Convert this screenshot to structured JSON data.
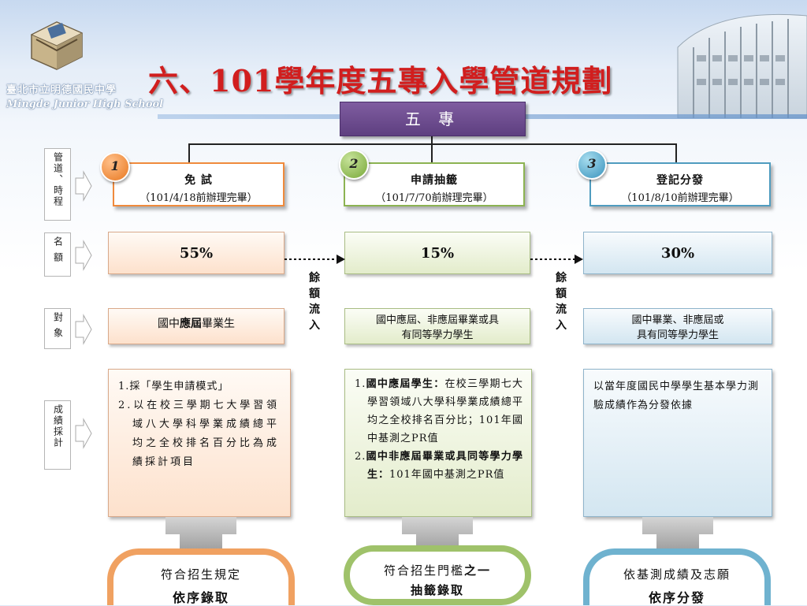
{
  "header": {
    "title": "六、101學年度五專入學管道規劃",
    "school_name_zh": "臺北市立明德國民中學",
    "school_name_en": "Mingde Junior High School"
  },
  "top_node": {
    "label": "五 專"
  },
  "side_labels": {
    "pathway": "管道、時程",
    "quota": "名額",
    "target": "對象",
    "score": "成績採計"
  },
  "pathways": [
    {
      "number": "1",
      "title": "免 試",
      "date": "（101/4/18前辦理完畢）",
      "quota": "55%",
      "target": [
        "國中",
        "應屆",
        "畢業生"
      ],
      "score_lines": [
        "1.採「學生申請模式」",
        "2.以在校三學期七大學習領域八大學科學業成績總平均之全校排名百分比為成績採計項目"
      ],
      "result_line1": "符合招生規定",
      "result_line2": "依序錄取"
    },
    {
      "number": "2",
      "title": "申請抽籤",
      "date": "（101/7/70前辦理完畢）",
      "quota": "15%",
      "target": [
        "國中應屆、非應屆畢業或具",
        "有同等學力學生"
      ],
      "score_items": [
        {
          "num": "1.",
          "bold": "國中應屆學生：",
          "text": "在校三學期七大學習領域八大學科學業成績總平均之全校排名百分比；101年國中基測之PR值"
        },
        {
          "num": "2.",
          "bold": "國中非應屆畢業或具同等學力學生：",
          "text": "101年國中基測之PR值"
        }
      ],
      "result_line1": "符合招生門檻",
      "result_line1_bold": "之一",
      "result_line2": "抽籤錄取"
    },
    {
      "number": "3",
      "title": "登記分發",
      "date": "（101/8/10前辦理完畢）",
      "quota": "30%",
      "target": [
        "國中畢業、非應屆或",
        "具有同等學力學生"
      ],
      "score_text": "以當年度國民中學學生基本學力測驗成績作為分發依據",
      "result_line1": "依基測成績及志願",
      "result_line2": "依序分發"
    }
  ],
  "overflow_label": "餘額流入",
  "colors": {
    "title_red": "#d11e1e",
    "top_node_purple": "#6a4a8c",
    "orange": "#f0a161",
    "green": "#9fc26a",
    "blue": "#6fb2cf"
  },
  "icons": [
    "logo-emblem",
    "school-building-photo",
    "arrow-right-icon",
    "funnel-arrow-icon"
  ]
}
